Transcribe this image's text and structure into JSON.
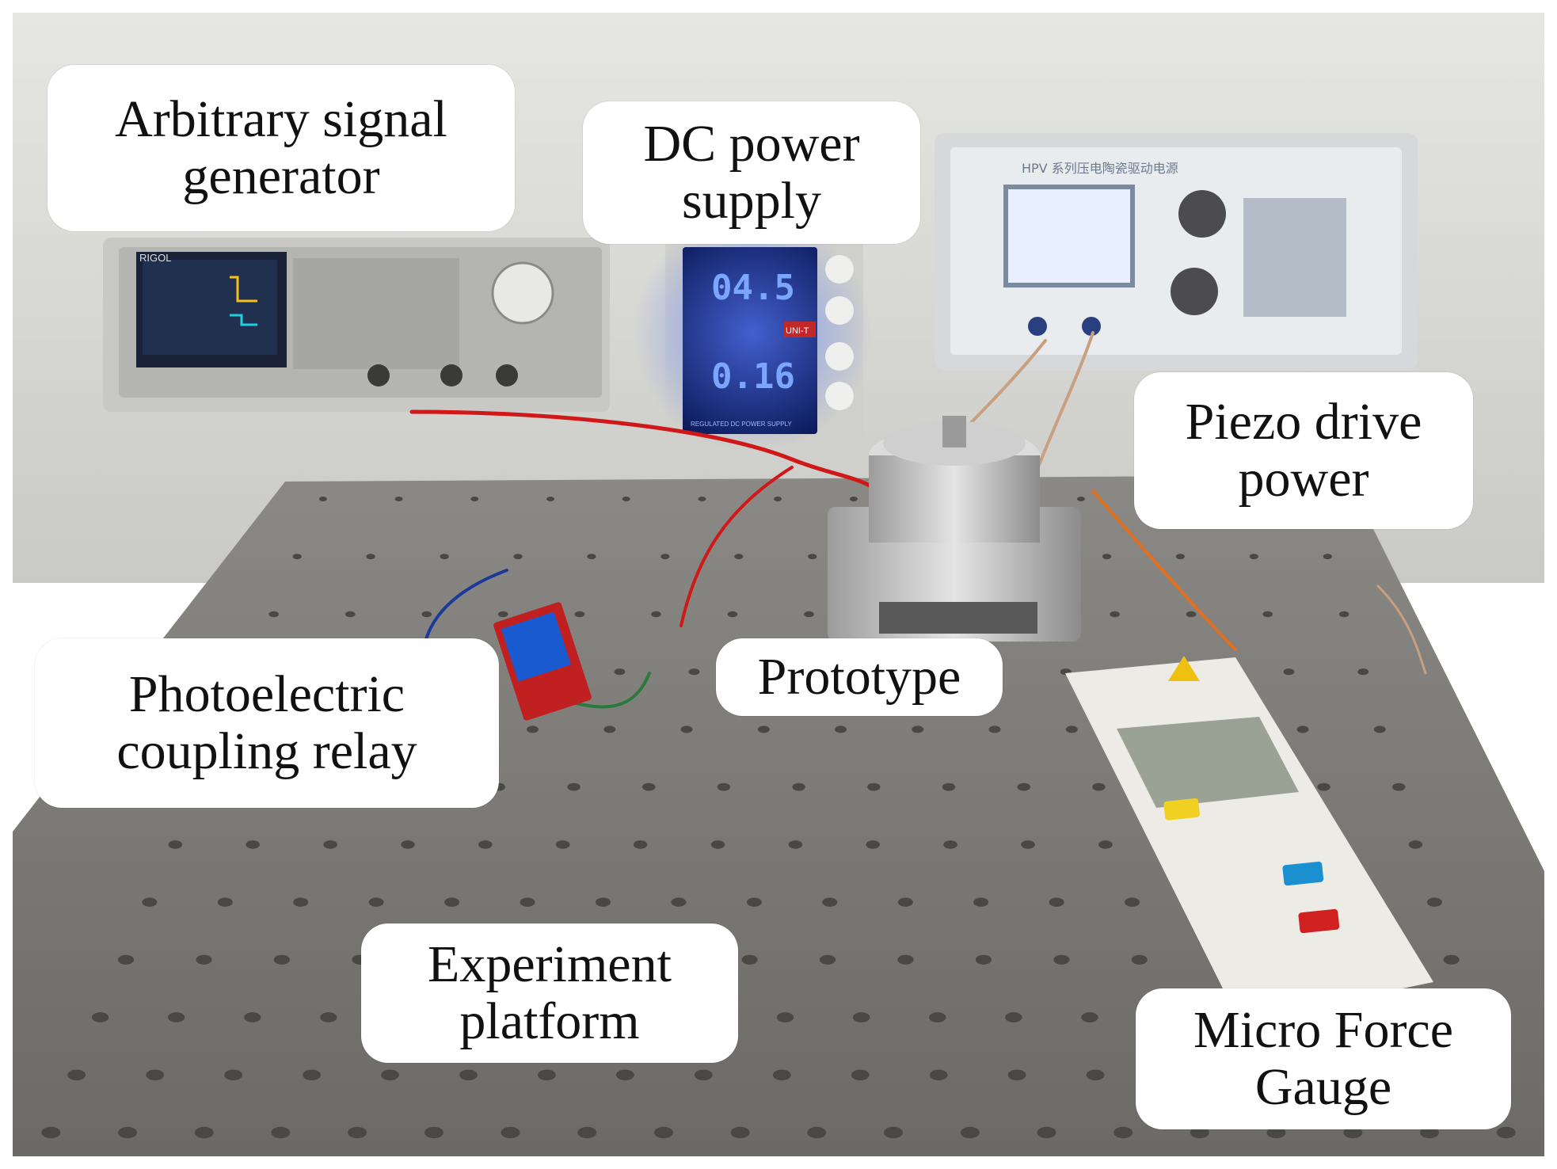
{
  "labels": {
    "signal_generator": [
      "Arbitrary signal",
      "generator"
    ],
    "dc_power": [
      "DC power",
      "supply"
    ],
    "piezo_power": [
      "Piezo drive",
      "power"
    ],
    "prototype": [
      "Prototype"
    ],
    "relay": [
      "Photoelectric",
      "coupling relay"
    ],
    "platform": [
      "Experiment",
      "platform"
    ],
    "force_gauge": [
      "Micro Force",
      "Gauge"
    ]
  },
  "devices": {
    "signal_generator_brand": "RIGOL",
    "dc_supply_voltage": "04.5",
    "dc_supply_current": "0.16",
    "dc_supply_brand": "UNI-T",
    "dc_supply_panel_text": "REGULATED DC POWER SUPPLY",
    "piezo_panel_title": "HPV 系列压电陶瓷驱动电源"
  },
  "colors": {
    "table": "#7d7b77",
    "table_hole": "#4a4845",
    "wall": "#dcdcd8",
    "lcd_blue": "#1a3cff",
    "label_bg": "#ffffff"
  }
}
